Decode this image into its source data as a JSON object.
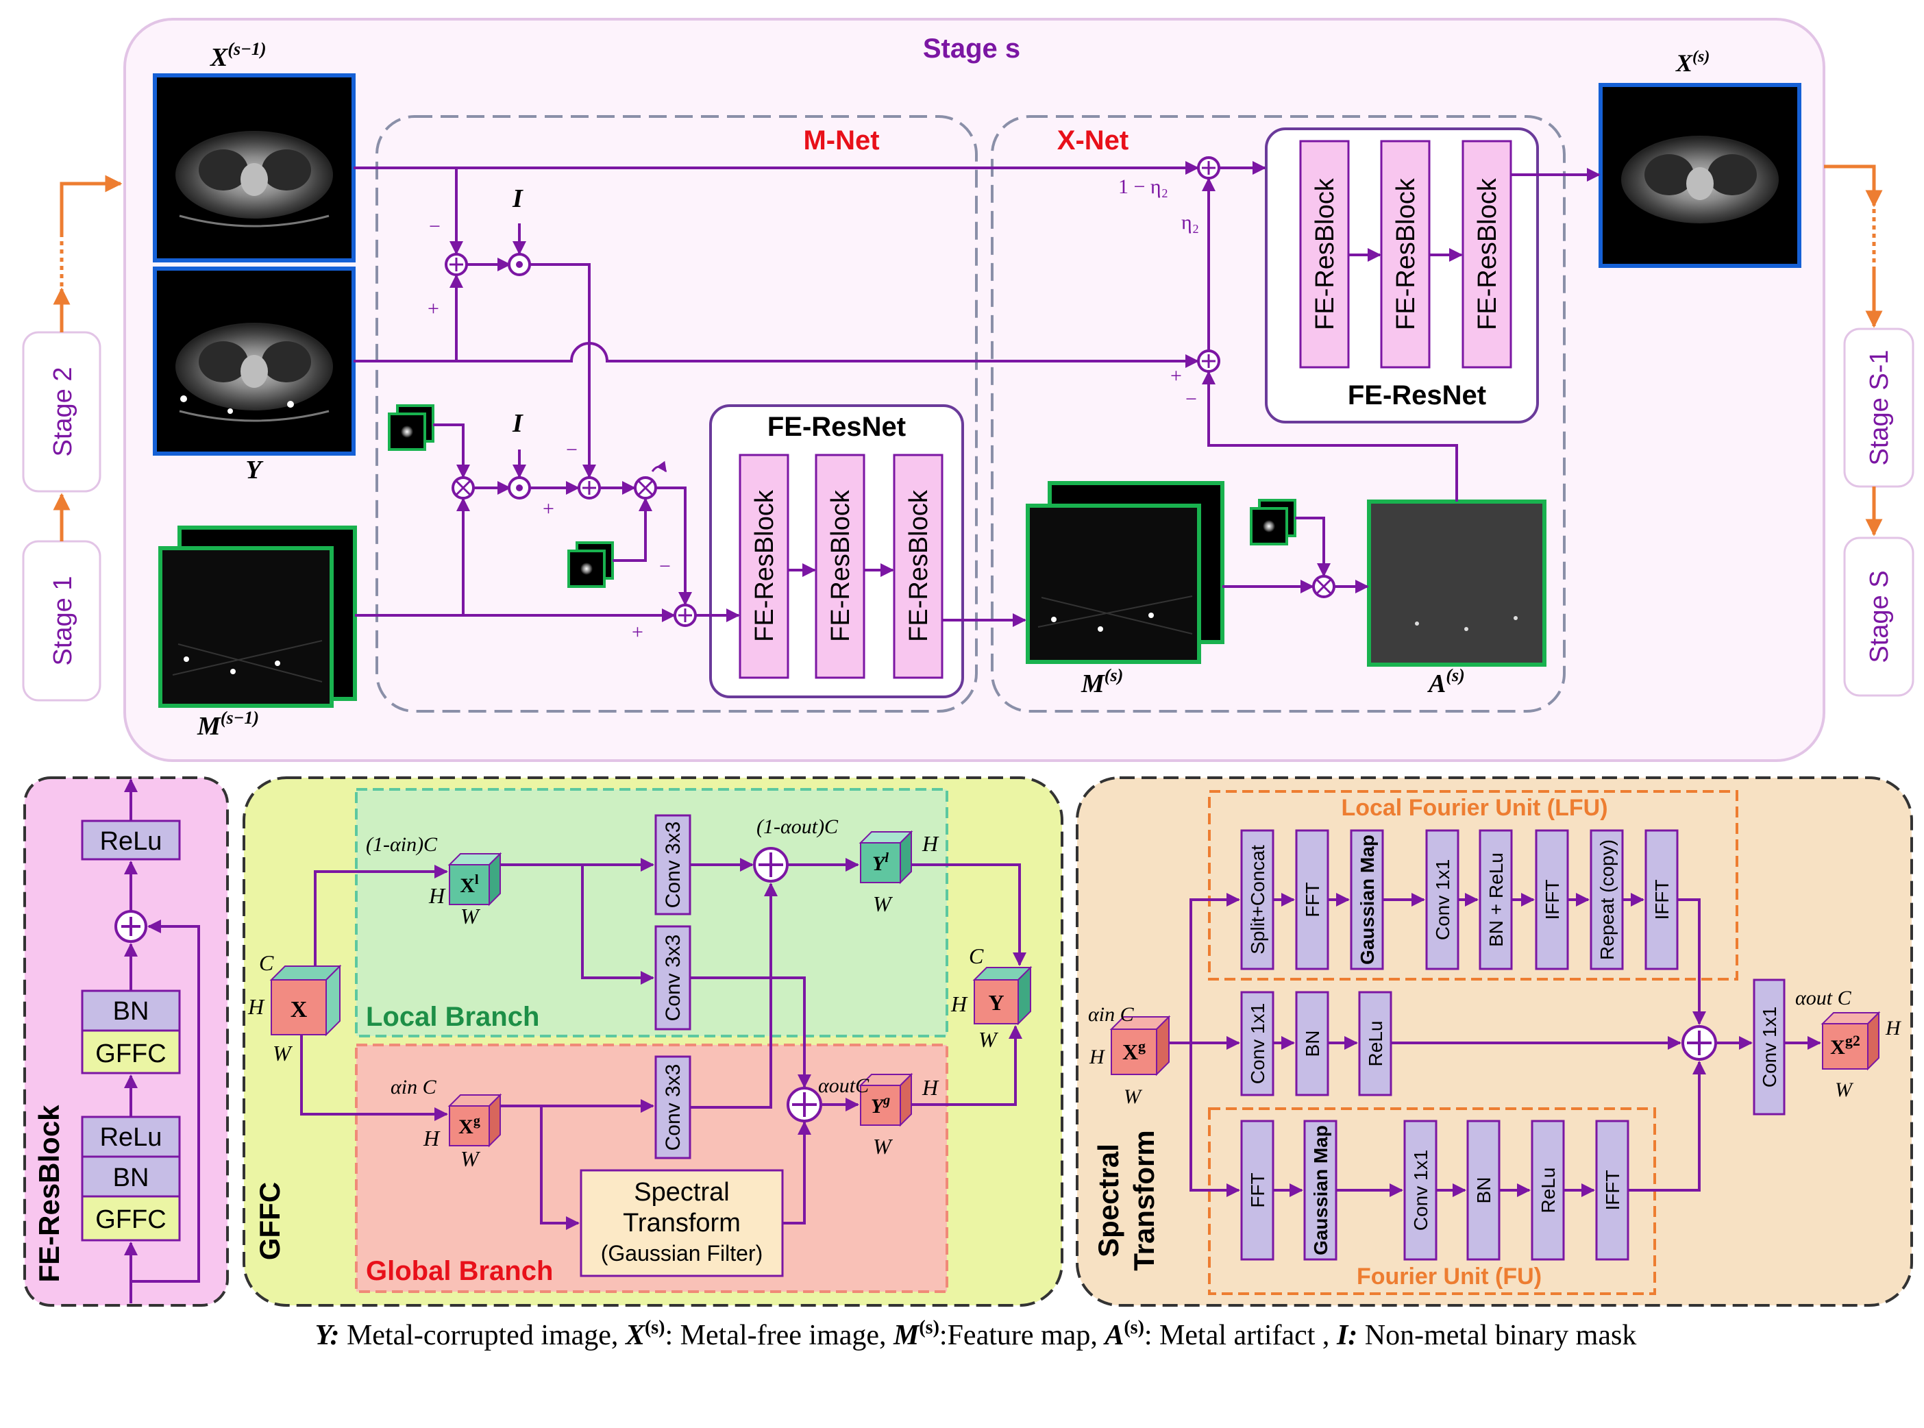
{
  "stage_title": "Stage s",
  "left_stages": [
    "Stage 1",
    "Stage 2"
  ],
  "right_stages": [
    "Stage S-1",
    "Stage S"
  ],
  "mnet_label": "M-Net",
  "xnet_label": "X-Net",
  "block_label": "FE-ResBlock",
  "resnet_label": "FE-ResNet",
  "var_x_prev": "X",
  "sup_x_prev": "(s−1)",
  "var_x_out": "X",
  "sup_x_out": "(s)",
  "var_y": "Y",
  "var_m_prev": "M",
  "sup_m_prev": "(s−1)",
  "var_m_out": "M",
  "sup_m_out": "(s)",
  "var_a": "A",
  "sup_a": "(s)",
  "identity": "I",
  "minus": "−",
  "plus": "+",
  "one_minus_eta": "1 − η₂",
  "eta": "η₂",
  "feblock": {
    "title": "FE-ResBlock",
    "layers_top": [
      "ReLu"
    ],
    "layers_mid": [
      "BN",
      "GFFC"
    ],
    "layers_bottom": [
      "ReLu",
      "BN",
      "GFFC"
    ]
  },
  "gffc": {
    "title": "GFFC",
    "local_branch": "Local Branch",
    "global_branch": "Global Branch",
    "conv": "Conv 3x3",
    "spectral_line1": "Spectral",
    "spectral_line2": "Transform",
    "spectral_line3": "(Gaussian Filter)",
    "x": "X",
    "xl": "X",
    "xl_sup": "l",
    "xg": "X",
    "xg_sup": "g",
    "yl": "Y",
    "yl_sup": "l",
    "yg": "Y",
    "yg_sup": "g",
    "y": "Y",
    "dim_c": "C",
    "dim_h": "H",
    "dim_w": "W",
    "local_ratio": "(1-αin)C",
    "global_ratio": "αin C",
    "local_out_ratio": "(1-αout)C",
    "global_out_ratio": "αoutC"
  },
  "spectral": {
    "title_line1": "Spectral",
    "title_line2": "Transform",
    "lfu_title": "Local Fourier Unit (LFU)",
    "fu_title": "Fourier Unit (FU)",
    "lfu_ops": [
      "Split+Concat",
      "FFT",
      "Gaussian Map",
      "Conv 1x1",
      "BN + ReLu",
      "IFFT",
      "Repeat (copy)",
      "IFFT"
    ],
    "mid_ops": [
      "Conv 1x1",
      "BN",
      "ReLu"
    ],
    "fu_ops": [
      "FFT",
      "Gaussian Map",
      "Conv 1x1",
      "BN",
      "ReLu",
      "IFFT"
    ],
    "out_conv": "Conv 1x1",
    "xg": "X",
    "xg_sup": "g",
    "xg2": "X",
    "xg2_sup": "g2",
    "in_ratio": "αin C",
    "out_ratio": "αout C",
    "dim_h": "H",
    "dim_w": "W"
  },
  "caption": {
    "y_key": "Y:",
    "y_text": " Metal-corrupted image, ",
    "x_key": "X",
    "x_sup": "(s)",
    "x_text": ": Metal-free image, ",
    "m_key": "M",
    "m_sup": "(s)",
    "m_text": ":Feature map,  ",
    "a_key": "A",
    "a_sup": "(s)",
    "a_text": ": Metal artifact , ",
    "i_key": "I:",
    "i_text": " Non-metal binary mask"
  },
  "colors": {
    "purple": "#7b16a3",
    "orange": "#ed7d31",
    "red": "#e8101a",
    "green_label": "#1d8f47",
    "img_blue": "#1560d6",
    "img_green": "#19b24f",
    "block_fill": "#f8c6ef",
    "layer_fill": "#c6bde6",
    "gffc_fill": "#ebf5a4",
    "spectral_fill": "#f7e1c3",
    "local_fill": "#cdf0c2",
    "global_fill": "#f9c1b7"
  }
}
